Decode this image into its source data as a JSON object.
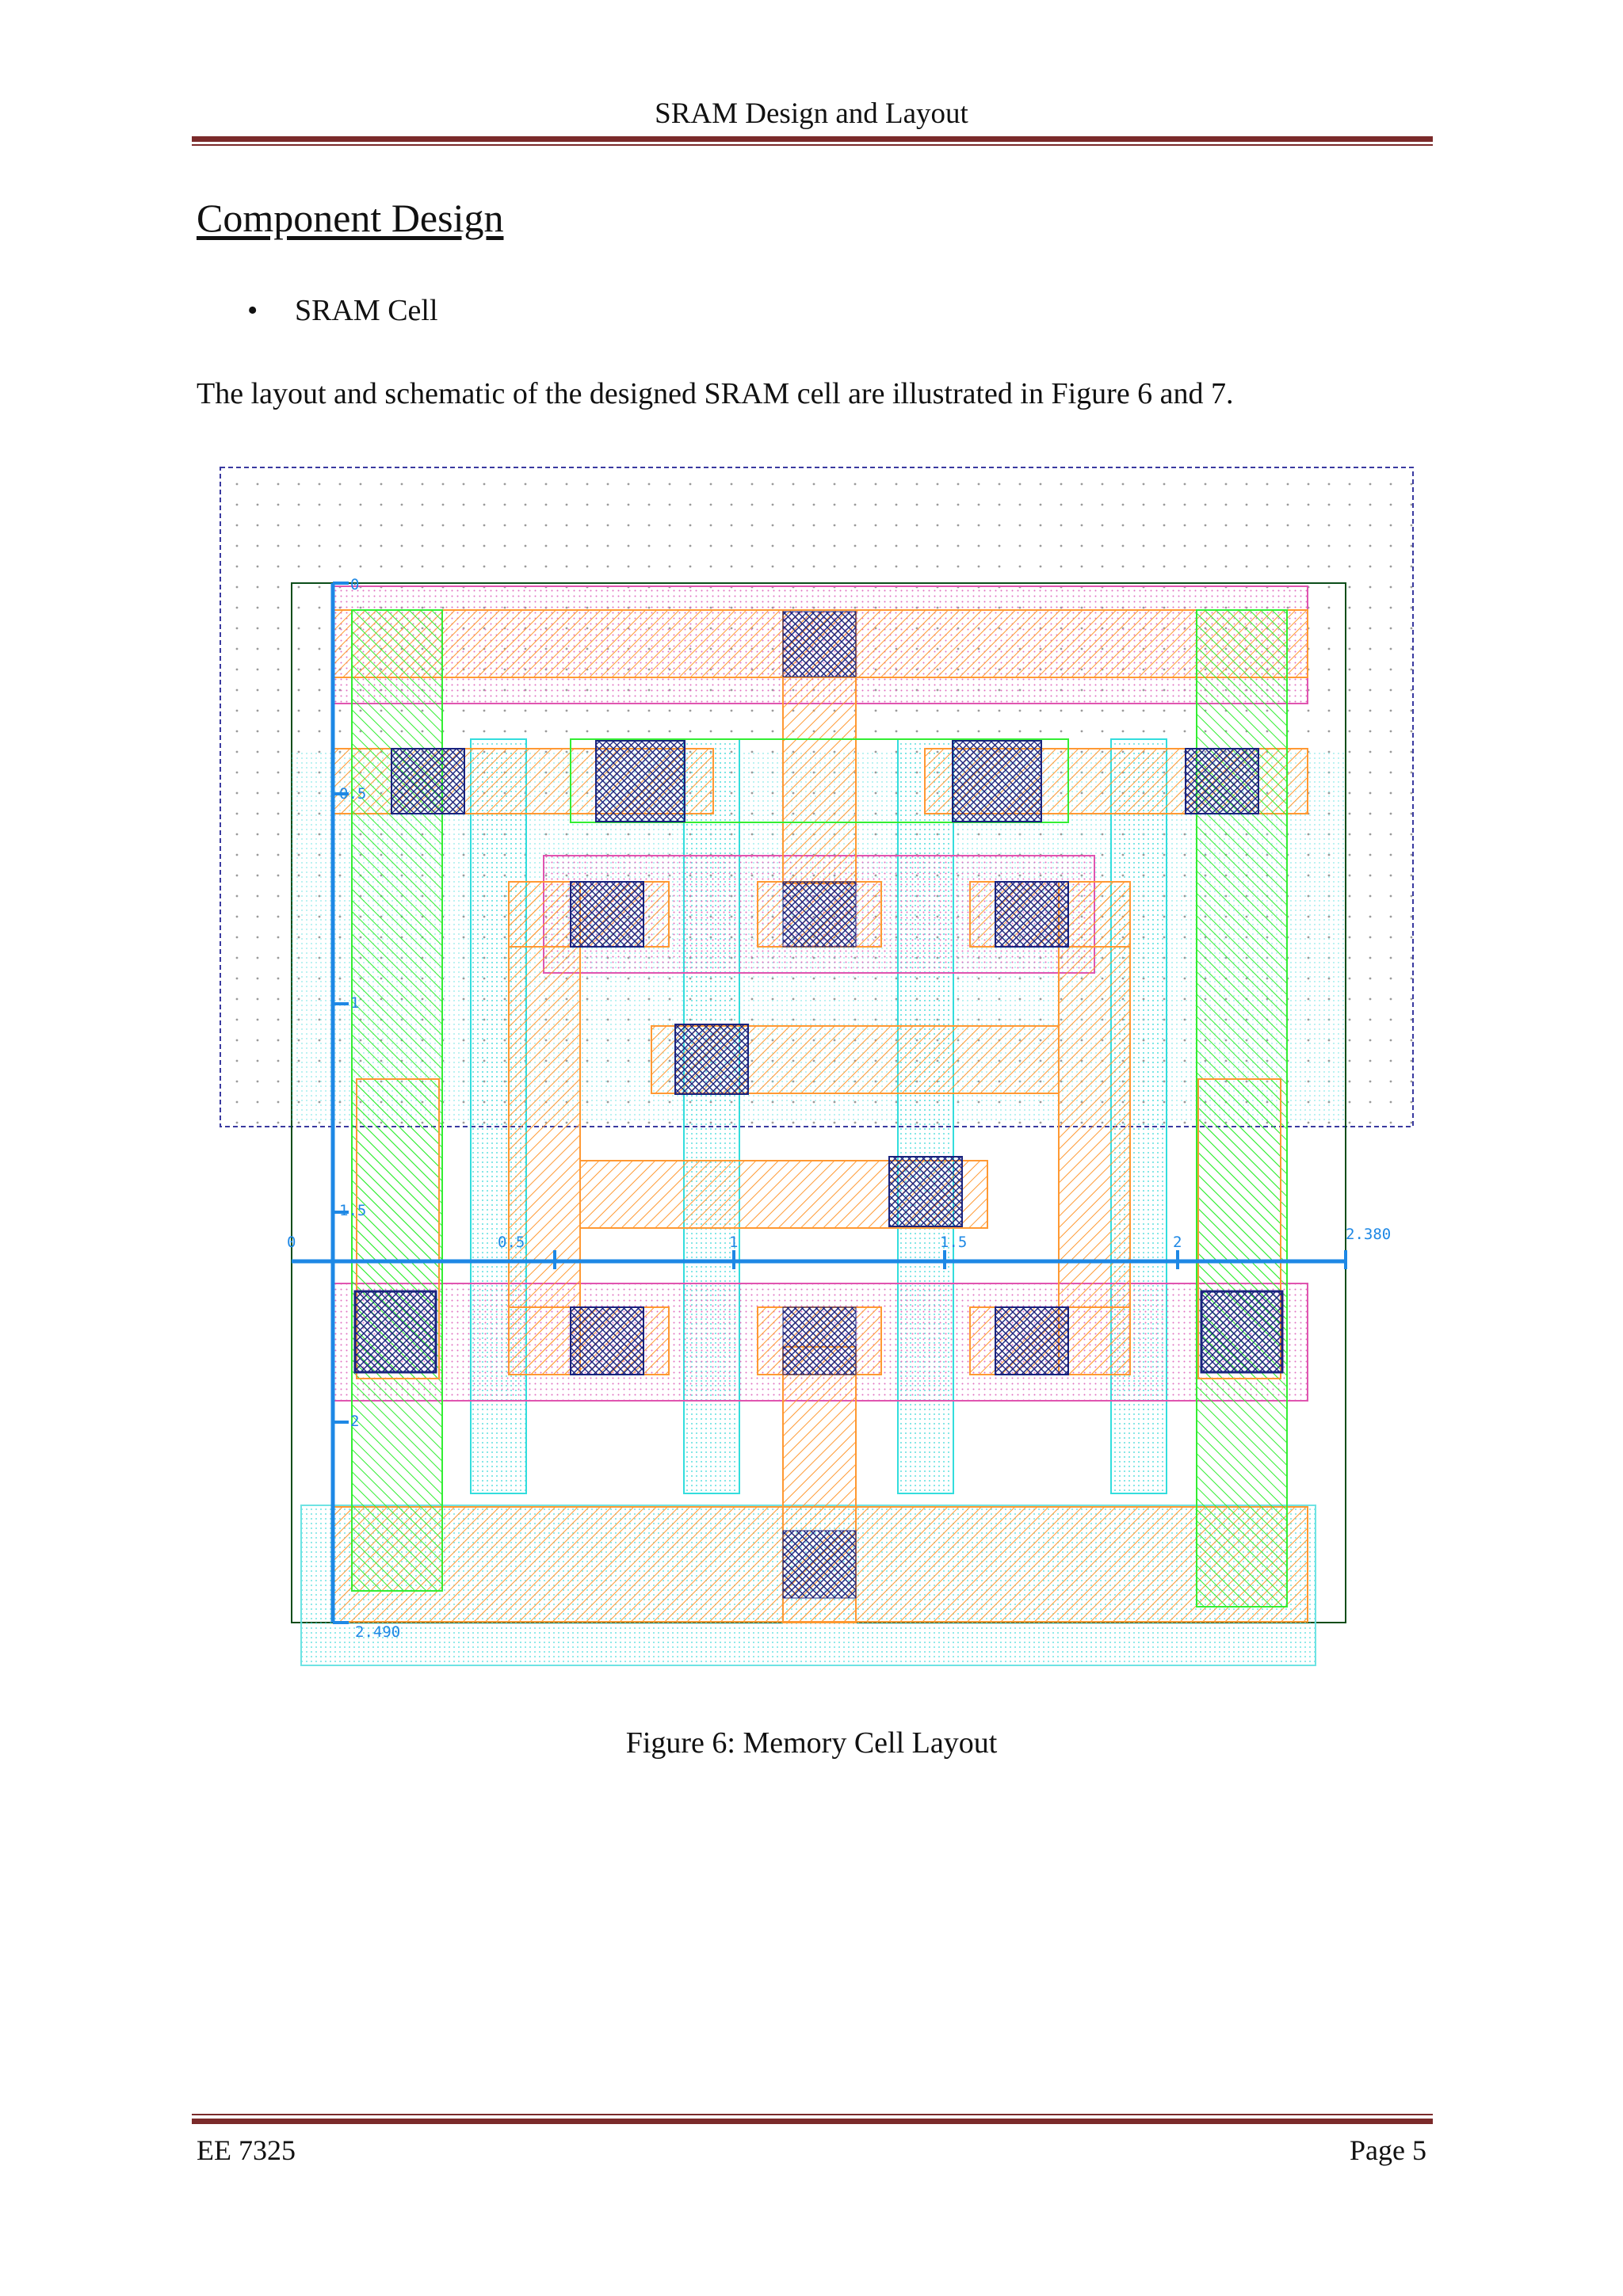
{
  "header": {
    "title": "SRAM Design and Layout"
  },
  "content": {
    "section_heading": "Component Design",
    "bullet": "•",
    "bullet_item": "SRAM Cell",
    "body_text": "The layout and schematic of the designed SRAM cell are illustrated in Figure 6 and 7."
  },
  "figure": {
    "caption": "Figure 6: Memory Cell Layout",
    "axis": {
      "x_labels": [
        "0",
        "0.5",
        "1",
        "1.5",
        "2",
        "2.380"
      ],
      "y_labels": [
        "0",
        "0.5",
        "1",
        "1.5",
        "2",
        "2.490"
      ]
    },
    "colors": {
      "axis": "#1e88e5",
      "poly": "#ff9933",
      "diffusion": "#33ee33",
      "metal": "#33dddd",
      "well": "#e055b0",
      "contact": "#1a237e"
    }
  },
  "footer": {
    "left": "EE 7325",
    "right": "Page 5"
  }
}
